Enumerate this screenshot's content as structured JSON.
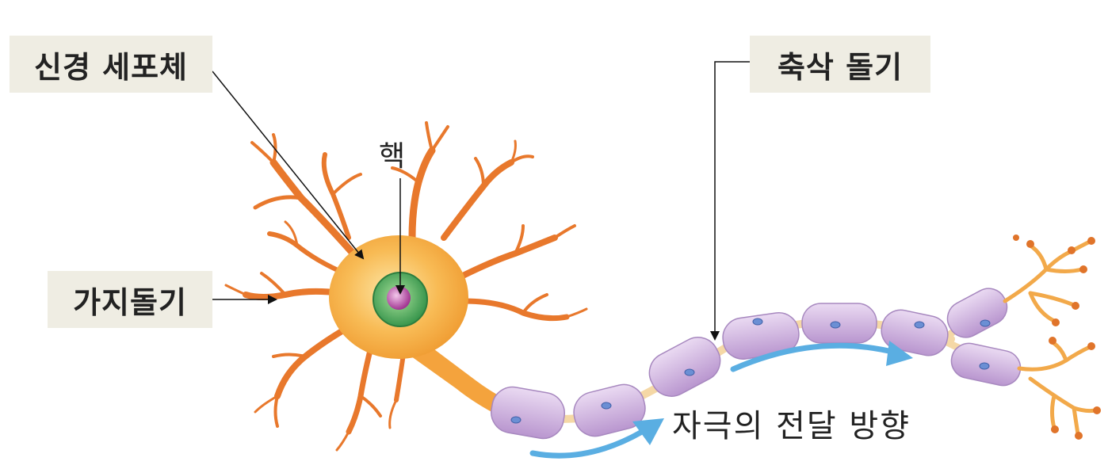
{
  "labels": {
    "cell_body": "신경 세포체",
    "axon": "축삭 돌기",
    "dendrite": "가지돌기",
    "nucleus": "핵",
    "signal_direction": "자극의 전달 방향"
  },
  "colors": {
    "cell_body": "#f6a940",
    "dendrite": "#e8782c",
    "myelin": "#d6b6e2",
    "node": "#f5d8a6",
    "nucleus_ring": "#3e9b4f",
    "nucleolus": "#b0419a",
    "arrow": "#5aaee2",
    "label_bg": "#efede3"
  }
}
